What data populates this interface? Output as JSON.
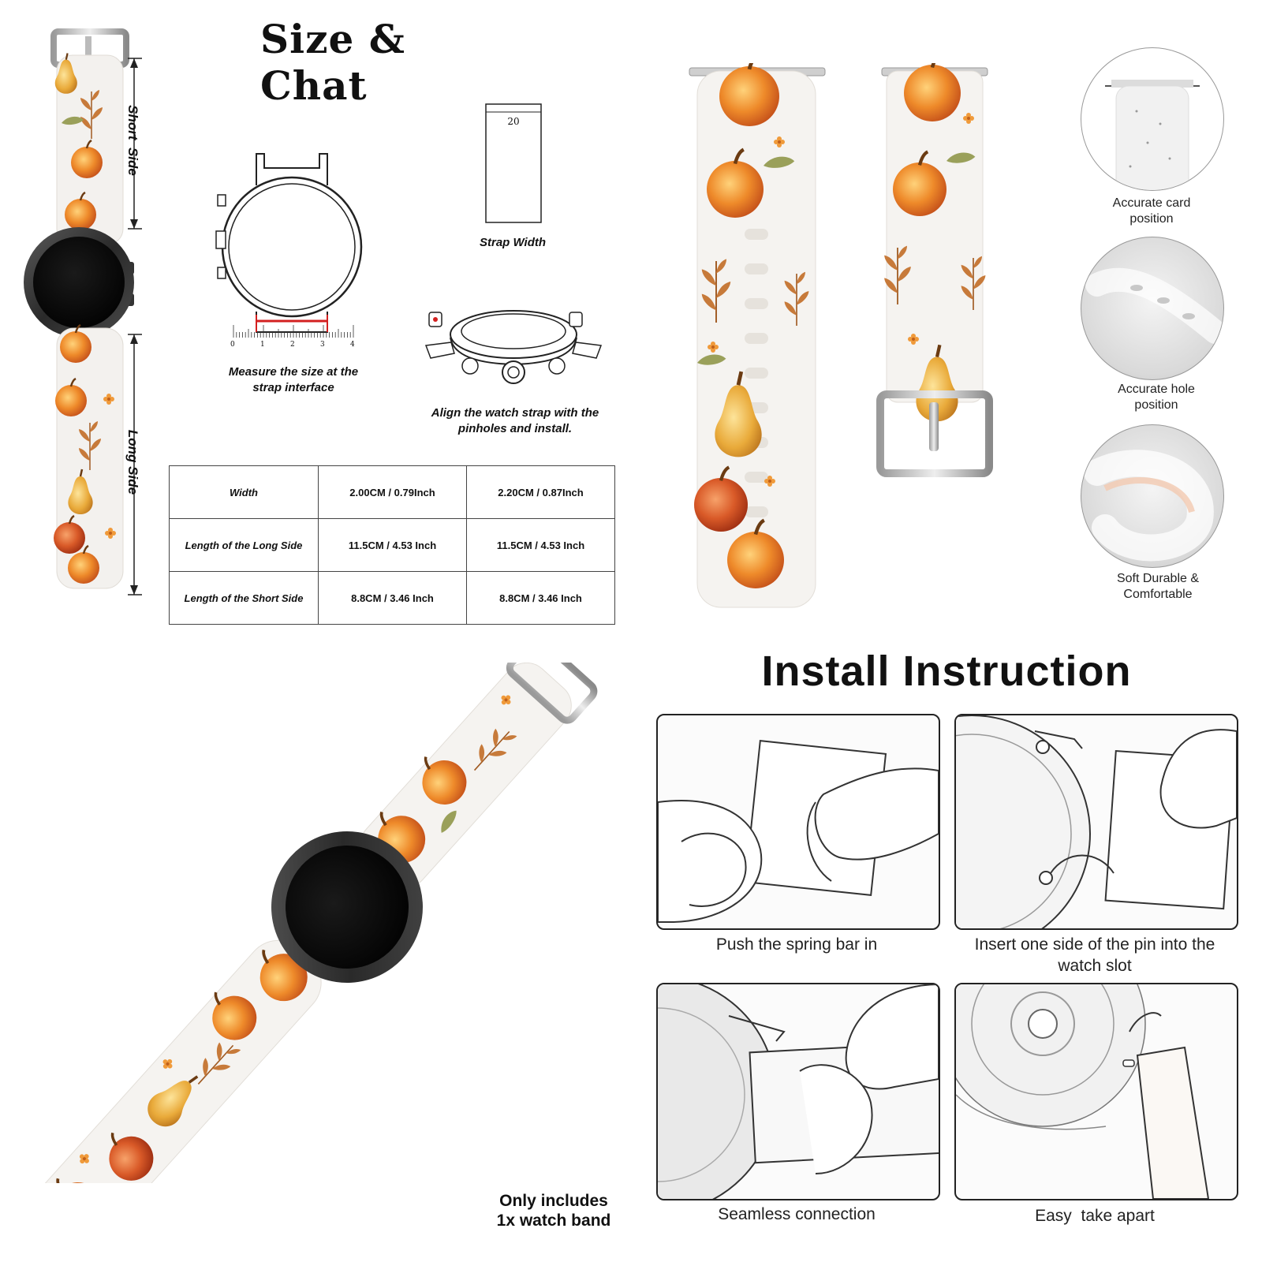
{
  "size_section": {
    "title": "Size & Chat",
    "short_side_label": "Short  Side",
    "long_side_label": "Long Side",
    "ruler_ticks": [
      "0",
      "1",
      "2",
      "3",
      "4"
    ],
    "strap_width_number": "20",
    "strap_width_label": "Strap Width",
    "measure_caption": "Measure the size at the strap interface",
    "align_caption": "Align the watch strap with the pinholes and install."
  },
  "spec_table": {
    "rows": [
      {
        "label": "Width",
        "col1": "2.00CM / 0.79Inch",
        "col2": "2.20CM / 0.87Inch"
      },
      {
        "label": "Length of the Long Side",
        "col1": "11.5CM / 4.53 Inch",
        "col2": "11.5CM / 4.53 Inch"
      },
      {
        "label": "Length of the Short Side",
        "col1": "8.8CM / 3.46 Inch",
        "col2": "8.8CM / 3.46 Inch"
      }
    ]
  },
  "features": [
    {
      "label": "Accurate card position"
    },
    {
      "label": "Accurate hole position"
    },
    {
      "label": "Soft Durable & Comfortable"
    }
  ],
  "install_section": {
    "title": "Install Instruction",
    "steps": [
      {
        "caption": "Push the spring bar in"
      },
      {
        "caption": "Insert one side of the pin into the watch slot"
      },
      {
        "caption": "Seamless connection"
      },
      {
        "caption": "Easy  take apart"
      }
    ]
  },
  "note": "Only includes 1x watch band",
  "colors": {
    "apple": "#e8862a",
    "apple_dark": "#c9561c",
    "pear": "#e4a53a",
    "leaf": "#b8733a",
    "watch": "#1e1e1e",
    "measure_red": "#d32020",
    "strap_clear": "#f3f1ee"
  }
}
